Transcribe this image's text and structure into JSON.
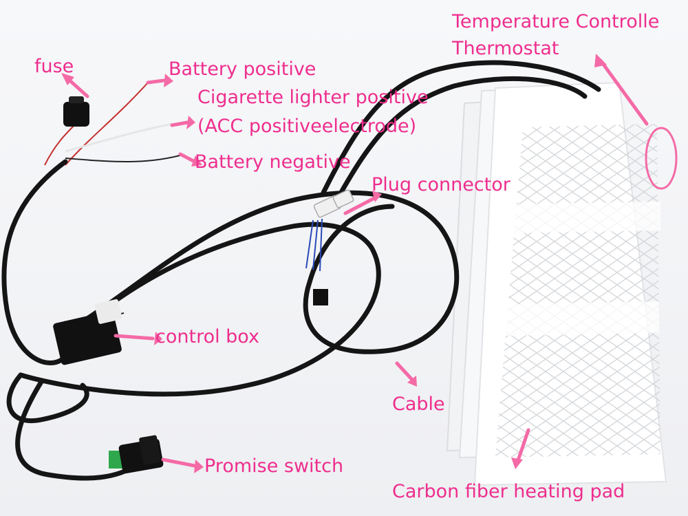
{
  "labels": {
    "fuse": "fuse",
    "battery_positive": "Battery positive",
    "cigarette_line1": "Cigarette lighter positive",
    "cigarette_line2": "(ACC positiveelectrode)",
    "battery_negative": "Battery negative",
    "plug_connector": "Plug connector",
    "temp_line1": "Temperature Controlle",
    "temp_line2": "Thermostat",
    "control_box": "control box",
    "cable": "Cable",
    "promise_switch": "Promise switch",
    "heating_pad": "Carbon fiber heating pad"
  },
  "colors": {
    "annotation": "#ee2e8e",
    "arrow": "#f46aa6",
    "cable": "#151515",
    "pad": "#ffffff",
    "background": "#f4f5f7"
  }
}
